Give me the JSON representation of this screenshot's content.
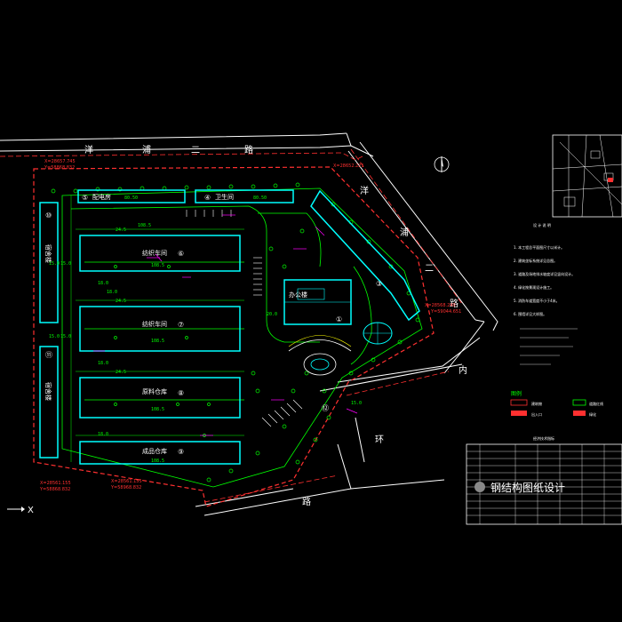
{
  "colors": {
    "background": "#000000",
    "building": "#00ffff",
    "green": "#00ff00",
    "boundary": "#ff3030",
    "road": "#ffffff",
    "magenta": "#ff00ff",
    "yellow": "#ffff00"
  },
  "roads": {
    "top": [
      "洋",
      "浦",
      "二",
      "路"
    ],
    "right": [
      "洋",
      "浦",
      "二",
      "路"
    ],
    "bottom": [
      "内",
      "环",
      "路"
    ]
  },
  "buildings": [
    {
      "num": "⑥",
      "label": "纺织车间",
      "dim": "108.5"
    },
    {
      "num": "⑦",
      "label": "纺织车间",
      "dim": "108.5"
    },
    {
      "num": "⑧",
      "label": "原料仓库",
      "dim": "108.5"
    },
    {
      "num": "⑨",
      "label": "成品仓库",
      "dim": "108.5"
    },
    {
      "num": "⑩",
      "label": "宿舍楼",
      "dim": ""
    },
    {
      "num": "⑪",
      "label": "宿舍楼",
      "dim": ""
    },
    {
      "num": "⑤",
      "label": "配电房",
      "dim": "80.50"
    },
    {
      "num": "④",
      "label": "卫生间",
      "dim": "80.50"
    },
    {
      "num": "①",
      "label": "办公楼",
      "dim": ""
    },
    {
      "num": "③",
      "label": "",
      "dim": ""
    },
    {
      "num": "⑫",
      "label": "",
      "dim": ""
    }
  ],
  "notes": {
    "title": "设 计 说 明",
    "lines": [
      "1. 本工程总平面图尺寸以米计。",
      "2. 建筑坐标系统详见总图。",
      "3. 道路及场地排水坡度详见竖向设计。",
      "4. 绿化按景观设计施工。",
      "5. 消防车道宽度不小于4米。",
      "6. 围墙详见大样图。"
    ]
  },
  "legend": {
    "title": "图例",
    "items": [
      "建筑物",
      "出入口",
      "道路红线",
      "绿化"
    ]
  },
  "table": {
    "title": "经济技术指标"
  },
  "axis": {
    "x_label": "X"
  },
  "watermark": "钢结构图纸设计"
}
